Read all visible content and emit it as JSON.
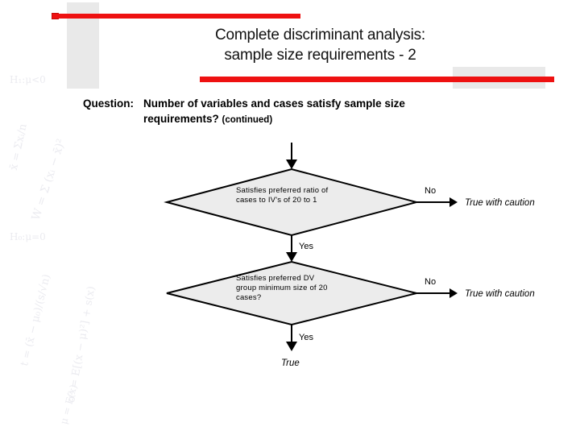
{
  "slide": {
    "title_line1": "Complete discriminant analysis:",
    "title_line2": "sample size requirements - 2",
    "accent_red": "#ee1111",
    "bar_gray": "#e9e9e9"
  },
  "question": {
    "label": "Question:",
    "line1": "Number of variables and cases satisfy sample size",
    "line2": "requirements?",
    "continued": "(continued)"
  },
  "flowchart": {
    "decisions": [
      {
        "text": "Satisfies preferred ratio of\ncases to IV's of 20 to 1",
        "no_label": "No",
        "no_result": "True with caution",
        "yes_label": "Yes"
      },
      {
        "text": "Satisfies preferred DV\ngroup minimum size of 20\ncases?",
        "no_label": "No",
        "no_result": "True with caution",
        "yes_label": "Yes",
        "yes_result": "True"
      }
    ]
  },
  "watermark": {
    "items": [
      {
        "text": "H₁:μ<0"
      },
      {
        "text": "x̄ = Σxᵢ/n"
      },
      {
        "text": "W = Σ (xᵢ − x̄)²"
      },
      {
        "text": "H₀:μ=0"
      },
      {
        "text": "t = (x̄ − μ₀)/(s/√n)"
      },
      {
        "text": "σ² = E[(x − μ)²] + s(x)"
      },
      {
        "text": "μ = E(x)"
      }
    ]
  }
}
